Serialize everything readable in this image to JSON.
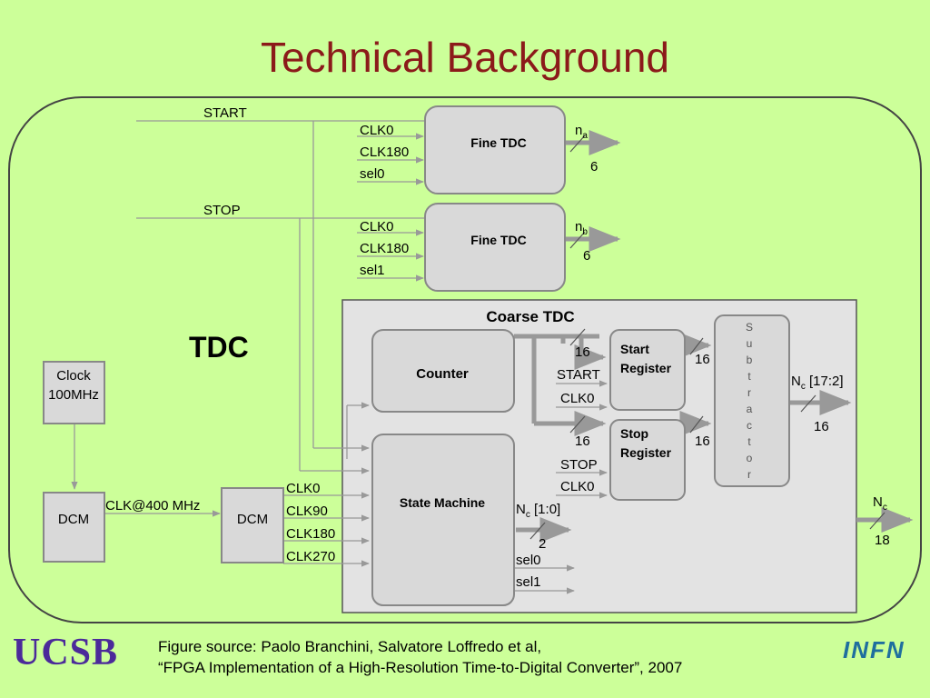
{
  "slide": {
    "title": "Technical Background",
    "source_line1": "Figure source: Paolo Branchini, Salvatore Loffredo et al,",
    "source_line2": "“FPGA Implementation of a High-Resolution Time-to-Digital Converter”, 2007"
  },
  "logos": {
    "left": "UCSB",
    "right": "INFN"
  },
  "diagram": {
    "tdc_label": "TDC",
    "coarse_title": "Coarse TDC",
    "fine_tdc_a": "Fine TDC",
    "fine_tdc_b": "Fine TDC",
    "counter": "Counter",
    "state_machine": "State Machine",
    "start_register": [
      "Start",
      "Register"
    ],
    "stop_register": [
      "Stop",
      "Register"
    ],
    "subtractor": [
      "S",
      "u",
      "b",
      "t",
      "r",
      "a",
      "c",
      "t",
      "o",
      "r"
    ],
    "clock": [
      "Clock",
      "100MHz"
    ],
    "dcm1": "DCM",
    "dcm2": "DCM",
    "signals": {
      "start": "START",
      "stop": "STOP",
      "clk0": "CLK0",
      "clk180": "CLK180",
      "sel0": "sel0",
      "sel1": "sel1",
      "clk90": "CLK90",
      "clk270": "CLK270",
      "clk400": "CLK@400 MHz"
    },
    "outputs": {
      "na_main": "n",
      "na_sub": "a",
      "na_width": "6",
      "nb_main": "n",
      "nb_sub": "b",
      "nb_width": "6",
      "counter_width_1": "16",
      "counter_width_2": "16",
      "reg_width_1": "16",
      "reg_width_2": "16",
      "nc_main": "N",
      "nc_sub": "c",
      "nc_range": "[17:2]",
      "nc_width": "16",
      "sm_range": "[1:0]",
      "sm_width": "2",
      "out_width": "18"
    },
    "colors": {
      "block_fill": "#d9d9d9",
      "block_stroke": "#888888",
      "arrow": "#999999",
      "title": "#8b1a1a"
    }
  }
}
